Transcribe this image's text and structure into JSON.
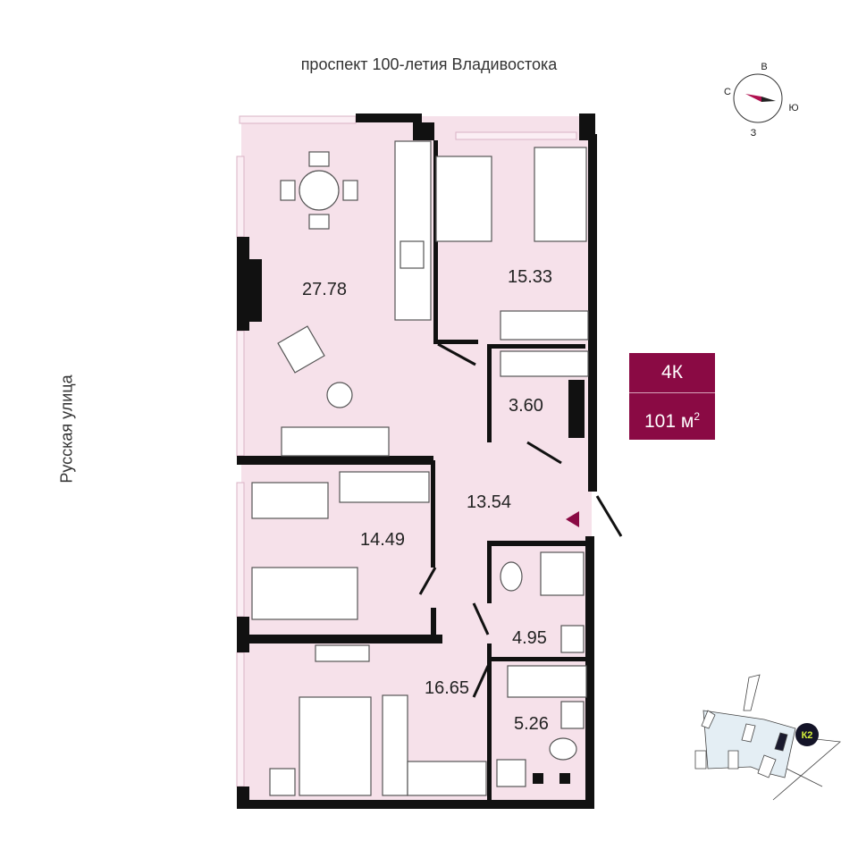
{
  "streets": {
    "top": "проспект 100-летия Владивостока",
    "left": "Русская улица"
  },
  "compass": {
    "north": "С",
    "east": "В",
    "south": "Ю",
    "west": "З"
  },
  "apartment": {
    "type": "4К",
    "area_value": "101 м",
    "area_sup": "2"
  },
  "rooms": [
    {
      "name": "living-kitchen",
      "area": "27.78"
    },
    {
      "name": "bedroom-top-right",
      "area": "15.33"
    },
    {
      "name": "closet",
      "area": "3.60"
    },
    {
      "name": "hallway",
      "area": "13.54"
    },
    {
      "name": "bedroom-middle",
      "area": "14.49"
    },
    {
      "name": "bathroom-1",
      "area": "4.95"
    },
    {
      "name": "bedroom-bottom",
      "area": "16.65"
    },
    {
      "name": "bathroom-2",
      "area": "5.26"
    }
  ],
  "site_plan": {
    "building_label": "К2"
  },
  "colors": {
    "accent": "#8a0a44",
    "floor": "#f6e1ea",
    "wall": "#111111",
    "site_badge_text": "#d4f03a"
  }
}
